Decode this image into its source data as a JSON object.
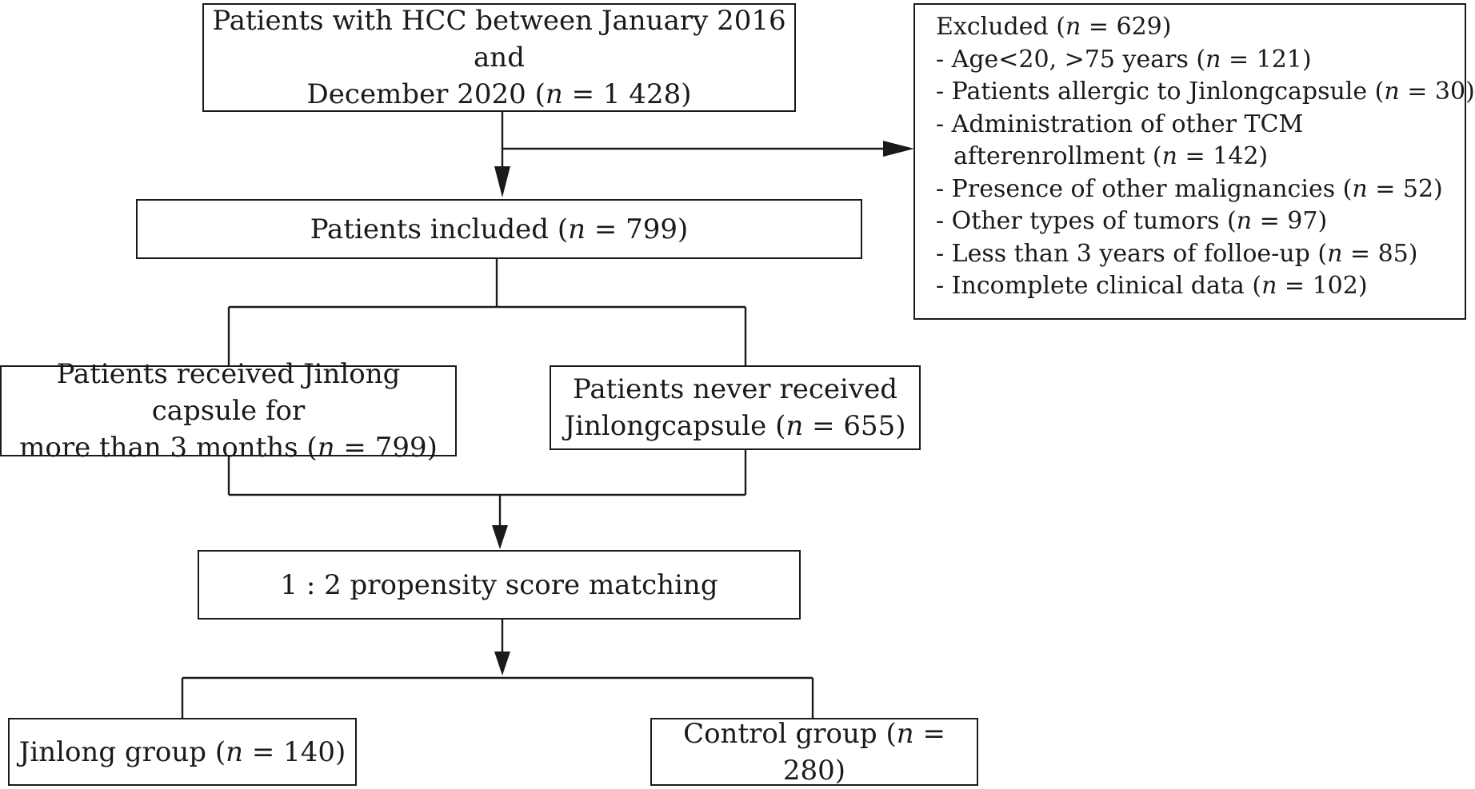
{
  "diagram": {
    "type": "flowchart",
    "nodes": {
      "start": {
        "line1": "Patients with HCC between January 2016 and",
        "line2_prefix": "December 2020 (",
        "n_label": "n",
        "line2_suffix": " = 1 428)"
      },
      "included": {
        "prefix": "Patients included (",
        "n_label": "n",
        "suffix": " = 799)"
      },
      "received": {
        "line1": "Patients received Jinlong capsule for",
        "line2_prefix": "more than 3 months (",
        "n_label": "n",
        "line2_suffix": " = 799)"
      },
      "never": {
        "line1": "Patients never received",
        "line2_prefix": "Jinlongcapsule (",
        "n_label": "n",
        "line2_suffix": " = 655)"
      },
      "psm": {
        "label": "1 : 2 propensity score matching"
      },
      "jinlong": {
        "prefix": "Jinlong group (",
        "n_label": "n",
        "suffix": " = 140)"
      },
      "control": {
        "prefix": "Control group (",
        "n_label": "n",
        "suffix": " = 280)"
      }
    },
    "excluded": {
      "title_prefix": "Excluded (",
      "title_suffix": " = 629)",
      "n_label": "n",
      "items": [
        {
          "prefix": "- Age<20, >75 years (",
          "suffix": " = 121)"
        },
        {
          "prefix": "- Patients allergic to Jinlongcapsule (",
          "suffix": " = 30)"
        },
        {
          "prefix": "- Administration of other TCM",
          "suffix": ""
        },
        {
          "prefix": "afterenrollment (",
          "suffix": " = 142)"
        },
        {
          "prefix": "- Presence of other malignancies (",
          "suffix": " = 52)"
        },
        {
          "prefix": "- Other types of tumors (",
          "suffix": " = 97)"
        },
        {
          "prefix": "- Less than 3 years of folloe-up (",
          "suffix": " = 85)"
        },
        {
          "prefix": "- Incomplete clinical data (",
          "suffix": " = 102)"
        }
      ]
    },
    "edges": [
      {
        "from": "start",
        "to": "included",
        "arrow": true
      },
      {
        "from": "start",
        "to": "excluded",
        "arrow": true
      },
      {
        "from": "included",
        "to": "received",
        "arrow": false
      },
      {
        "from": "included",
        "to": "never",
        "arrow": false
      },
      {
        "from": "received",
        "to": "psm",
        "arrow": true
      },
      {
        "from": "never",
        "to": "psm",
        "arrow": true
      },
      {
        "from": "psm",
        "to": "jinlong",
        "arrow": false
      },
      {
        "from": "psm",
        "to": "control",
        "arrow": false
      }
    ],
    "colors": {
      "stroke": "#1a1a1a",
      "background": "#ffffff",
      "text": "#1a1a1a"
    }
  }
}
